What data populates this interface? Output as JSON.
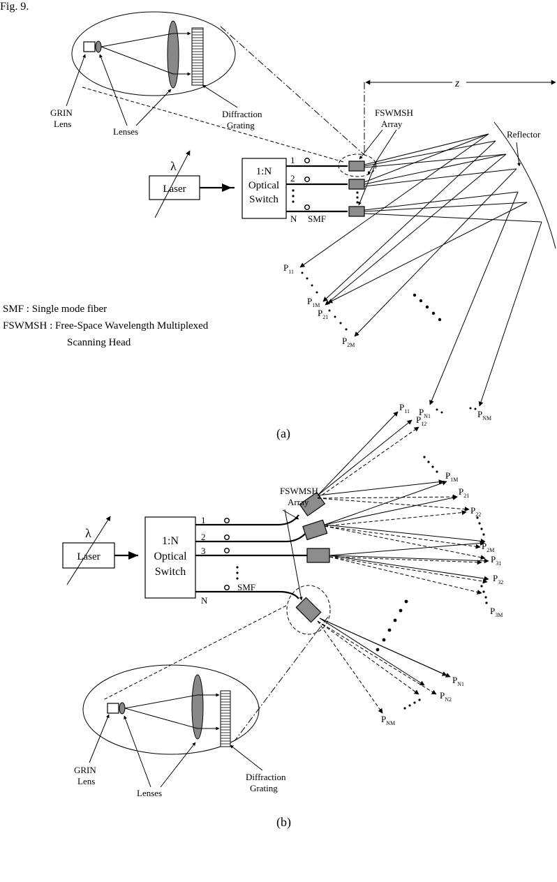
{
  "figure": {
    "header": "Fig. 9.",
    "panel_a": {
      "caption": "(a)",
      "laser": "Laser",
      "wavelength": "λ",
      "switch_lines": [
        "1:N",
        "Optical",
        "Switch"
      ],
      "fiber_numbers": [
        "1",
        "2",
        "N"
      ],
      "smf_label": "SMF",
      "array_label": [
        "FSWMSH",
        "Array"
      ],
      "reflector": "Reflector",
      "distance": "z",
      "grin_label": [
        "GRIN",
        "Lens"
      ],
      "lenses_label": "Lenses",
      "grating_label": [
        "Diffraction",
        "Grating"
      ],
      "points": [
        {
          "main": "P",
          "sub": "11"
        },
        {
          "main": "P",
          "sub": "1M"
        },
        {
          "main": "P",
          "sub": "21"
        },
        {
          "main": "P",
          "sub": "2M"
        },
        {
          "main": "P",
          "sub": "N1"
        },
        {
          "main": "P",
          "sub": "NM"
        }
      ],
      "legend": [
        "SMF : Single mode fiber",
        "FSWMSH : Free-Space Wavelength Multiplexed",
        "Scanning Head"
      ]
    },
    "panel_b": {
      "caption": "(b)",
      "laser": "Laser",
      "wavelength": "λ",
      "switch_lines": [
        "1:N",
        "Optical",
        "Switch"
      ],
      "fiber_numbers": [
        "1",
        "2",
        "3",
        "N"
      ],
      "smf_label": "SMF",
      "array_label": [
        "FSWMSH",
        "Array"
      ],
      "grin_label": [
        "GRIN",
        "Lens"
      ],
      "lenses_label": "Lenses",
      "grating_label": [
        "Diffraction",
        "Grating"
      ],
      "points": [
        {
          "main": "P",
          "sub": "11"
        },
        {
          "main": "P",
          "sub": "12"
        },
        {
          "main": "P",
          "sub": "1M"
        },
        {
          "main": "P",
          "sub": "21"
        },
        {
          "main": "P",
          "sub": "22"
        },
        {
          "main": "P",
          "sub": "2M"
        },
        {
          "main": "P",
          "sub": "31"
        },
        {
          "main": "P",
          "sub": "32"
        },
        {
          "main": "P",
          "sub": "3M"
        },
        {
          "main": "P",
          "sub": "N1"
        },
        {
          "main": "P",
          "sub": "N2"
        },
        {
          "main": "P",
          "sub": "NM"
        }
      ]
    }
  }
}
